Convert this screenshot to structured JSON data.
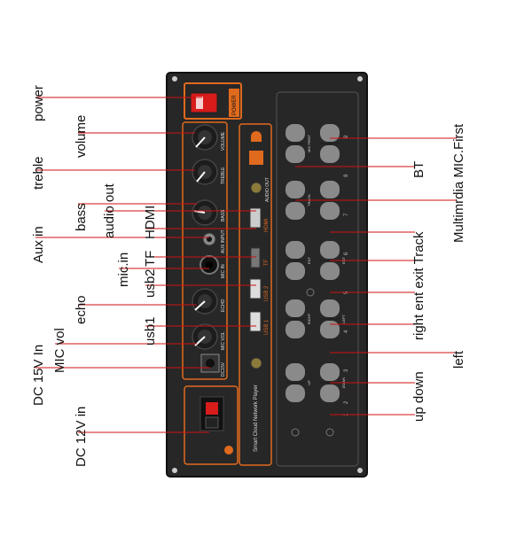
{
  "panel": {
    "power_text": "POWER",
    "volume_text": "VOLUME",
    "treble_text": "TREBLE",
    "bass_text": "BASS",
    "aux_text": "AUX INPUT",
    "mic_in_text": "MIC IN",
    "echo_text": "ECHO",
    "mic_vol_text": "MIC VOL",
    "dc15_text": "DC15V",
    "audio_out_text": "AUDIO OUT",
    "hdmi_text": "HDMI",
    "tf_text": "TF",
    "usb2_text": "USB 2",
    "usb1_text": "USB 1",
    "footer_text": "Smart Cloud Network Player",
    "btn_mic_first": "MIC FIRST",
    "btn_track": "TRACK",
    "btn_ent": "ENT",
    "btn_right": "RIGHT",
    "btn_up": "UP",
    "btn_down": "DOWN",
    "btn_left": "LEFT",
    "btn_numbers": [
      "9",
      "8",
      "7",
      "6",
      "5",
      "4",
      "3",
      "2",
      "1"
    ]
  },
  "labels": {
    "power": "power",
    "volume": "volume",
    "treble": "treble",
    "bass": "bass",
    "audio_out": "audio out",
    "aux_in": "Aux in",
    "hdmi": "HDMI",
    "tf": "TF",
    "mic_in": "mic.in",
    "usb2": "usb2",
    "echo": "echo",
    "usb1": "usb1",
    "mic_vol": "MIC vol",
    "dc15": "DC 15V In",
    "dc12": "DC 12V in",
    "mic_first": "Multimrdia  MIC.First",
    "bt": "BT",
    "track": "right ent exit Track",
    "left": "left",
    "updown": "up down"
  },
  "colors": {
    "panel": "#272727",
    "accent": "#e06a1e",
    "leader": "#d01010",
    "knob": "#1c1c1c",
    "button": "#8a8a8a",
    "power_switch": "#d81b1b"
  }
}
